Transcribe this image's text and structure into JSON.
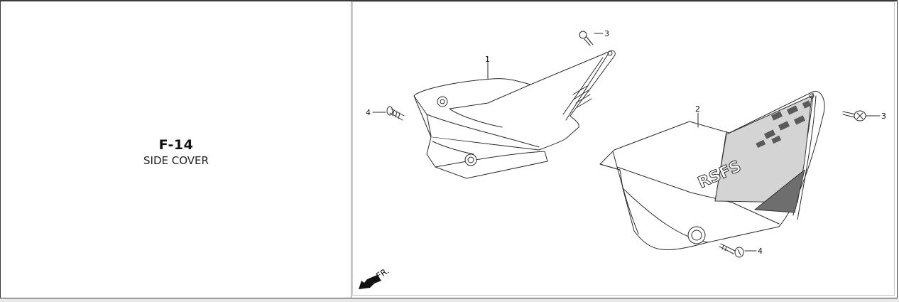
{
  "figure": {
    "code": "F-14",
    "name": "SIDE COVER"
  },
  "callouts": {
    "part1": "1",
    "part2": "2",
    "screw3_top": "3",
    "screw3_right": "3",
    "bolt4_left": "4",
    "bolt4_bottom": "4"
  },
  "decal_text": "RSFS",
  "direction_label": "FR."
}
